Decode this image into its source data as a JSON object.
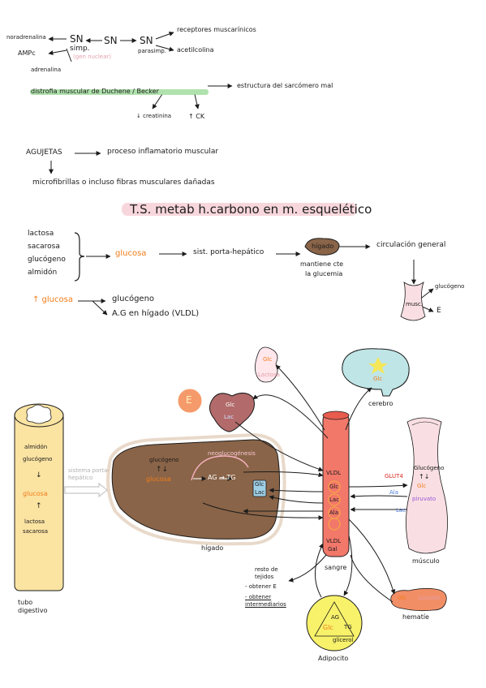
{
  "top": {
    "noradrenalina": "noradrenalina",
    "ampc": "AMPc",
    "adrenalina": "adrenalina",
    "sn_simp": "SN",
    "simp": "simp.",
    "gen_nuclear": "(gen nuclear)",
    "sn_mid": "SN",
    "sn_parasimp": "SN",
    "parasimp": "parasimp.",
    "receptores": "receptores muscarínicos",
    "acetilcolina": "acetilcolina",
    "distrofia": "distrofia muscular de Duchene / Becker",
    "estructura": "estructura del sarcómero mal",
    "creatinina": "↓ creatinina",
    "ck": "↑ CK",
    "agujetas": "AGUJETAS",
    "proceso": "proceso inflamatorio muscular",
    "microfibrillas": "microfibrillas o incluso fibras musculares dañadas"
  },
  "title": "T.S. metab h.carbono en m. esquelético",
  "sugars": [
    "lactosa",
    "sacarosa",
    "glucógeno",
    "almidón"
  ],
  "flow": {
    "glucosa": "glucosa",
    "sist": "sist. porta-hepático",
    "higado": "hígado",
    "mantiene": "mantiene cte",
    "glucemia": "la glucemia",
    "circulacion": "circulación general",
    "musc": "musc.",
    "glucogeno": "glucógeno",
    "e": "E"
  },
  "increase": {
    "glucosa": "↑ glucosa",
    "glucogeno": "glucógeno",
    "ag": "A.G en hígado (VLDL)"
  },
  "diagram": {
    "tubo_items": [
      "almidón",
      "glucógeno",
      "↓",
      "glucosa",
      "↑",
      "lactosa",
      "sacarosa"
    ],
    "tubo_label": "tubo digestivo",
    "sistema": "sistema porta-hepático",
    "higado_label": "hígado",
    "liver_glucogeno": "glucógeno",
    "liver_arrows": "↑↓",
    "liver_glucosa": "glucosa",
    "liver_ag": "AG → TG",
    "liver_neo": "neoglucogénesis",
    "liver_glc": "Glc",
    "liver_lac": "Lac",
    "sangre_label": "sangre",
    "vldl": "VLDL",
    "glc": "Glc",
    "lac": "Lac",
    "ala": "Ala",
    "vldl2": "VLDL",
    "gal": "Gal",
    "cerebro_label": "cerebro",
    "heart_glc": "Glc",
    "heart_lac": "Lac",
    "heart_e": "E",
    "top_glc": "Glc",
    "top_lac": "Lactosa",
    "musculo_label": "músculo",
    "glut4": "GLUT4",
    "m_glucogeno": "Glucógeno",
    "m_arrows": "↑↓",
    "m_glc": "Glc",
    "m_piruvato": "piruvato",
    "m_ala": "Ala",
    "m_lac": "Lac",
    "resto": "resto de tejidos",
    "obtener_e": "- obtener E",
    "obtener_int": "- obtener intermediarios",
    "hematie_label": "hematíe",
    "h_glc": "Glc",
    "h_lac": "Lactato",
    "adipocito_label": "Adipocito",
    "a_glc": "Glc",
    "a_ag": "AG",
    "a_tg": "TG",
    "a_glicerol": "glicerol"
  }
}
